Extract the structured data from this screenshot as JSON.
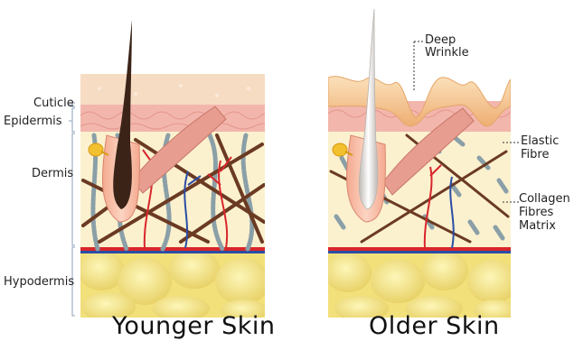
{
  "layer_labels": {
    "cuticle": "Cuticle",
    "epidermis": "Epidermis",
    "dermis": "Dermis",
    "hypodermis": "Hypodermis"
  },
  "callouts": {
    "deep_wrinkle_line1": "Deep",
    "deep_wrinkle_line2": "Wrinkle",
    "elastic_line1": "Elastic",
    "elastic_line2": "Fibre",
    "collagen_line1": "Collagen",
    "collagen_line2": "Fibres",
    "collagen_line3": "Matrix"
  },
  "captions": {
    "younger": "Younger Skin",
    "older": "Older Skin"
  },
  "colors": {
    "cuticle": "#f7dcc4",
    "epidermis": "#f2b6ac",
    "dermis": "#fbf1cf",
    "hypodermis": "#f2e07a",
    "hair_young": "#3b2318",
    "hair_old": "#d9d6d4",
    "artery": "#d8262b",
    "vein": "#2b4da5",
    "collagen": "#6b3a22",
    "elastic": "#8a9fa7",
    "wrinkle": "#f0b87e"
  }
}
